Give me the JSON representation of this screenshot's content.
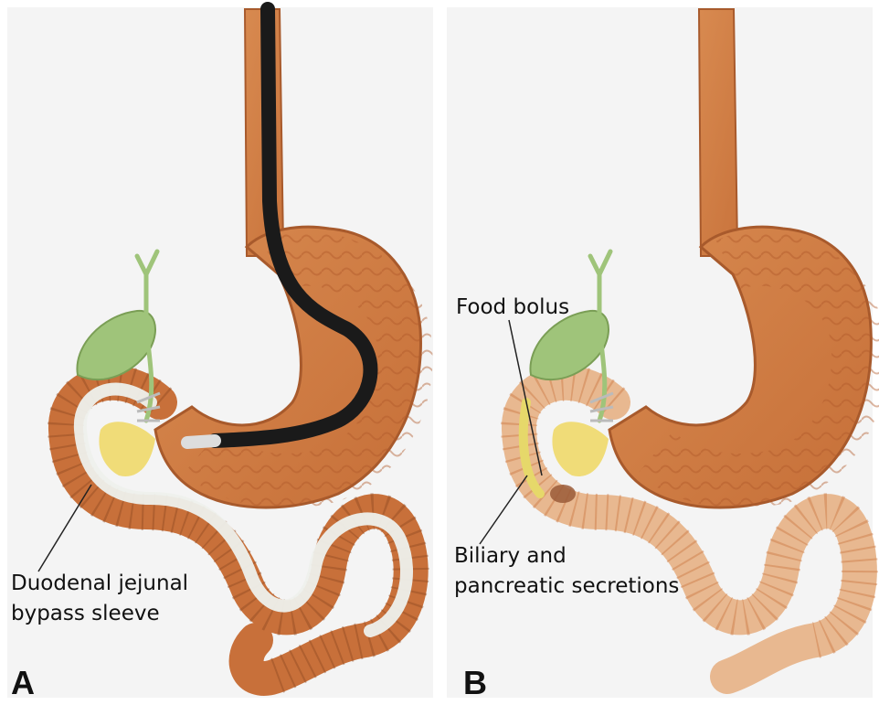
{
  "panels": [
    {
      "letter": "A",
      "labels": {
        "sleeve_line1": "Duodenal jejunal",
        "sleeve_line2": "bypass sleeve"
      }
    },
    {
      "letter": "B",
      "labels": {
        "bolus": "Food bolus",
        "secretions_line1": "Biliary and",
        "secretions_line2": "pancreatic secretions"
      }
    }
  ],
  "colors": {
    "stomach_wall": "#c8703a",
    "stomach_inner": "#d98a50",
    "gallbladder": "#9fc47a",
    "endoscope": "#1a1a1a",
    "sleeve": "#eef0ec",
    "pancreas": "#f0dc78"
  }
}
